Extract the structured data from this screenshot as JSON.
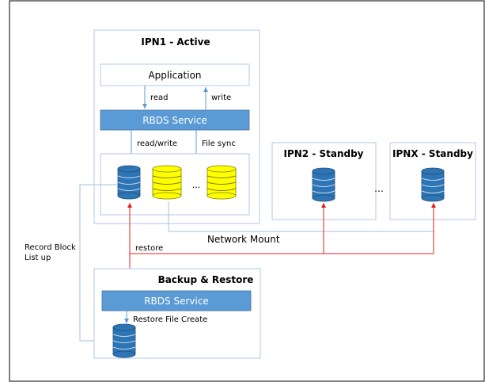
{
  "ipn1": {
    "title": "IPN1 - Active"
  },
  "application": {
    "label": "Application"
  },
  "edges": {
    "read": "read",
    "write": "write",
    "read_write": "read/write",
    "file_sync": "File sync",
    "network_mount": "Network Mount",
    "restore": "restore",
    "record_block": "Record Block",
    "list_up": "List up",
    "restore_file_create": "Restore File Create"
  },
  "rbds_top": {
    "label": "RBDS Service"
  },
  "rbds_bottom": {
    "label": "RBDS Service"
  },
  "ellipsis": "...",
  "ellipsis_between": "…",
  "ipn2": {
    "title": "IPN2 - Standby"
  },
  "ipnx": {
    "title": "IPNX - Standby"
  },
  "backup": {
    "title": "Backup & Restore"
  },
  "colors": {
    "db_blue": "#2E75B6",
    "db_yellow": "#FFFF00",
    "service_bar": "#5B9BD5",
    "mount_line": "#9DC3E6",
    "restore_line": "#E02020",
    "frame_border": "#B4C7E7"
  }
}
